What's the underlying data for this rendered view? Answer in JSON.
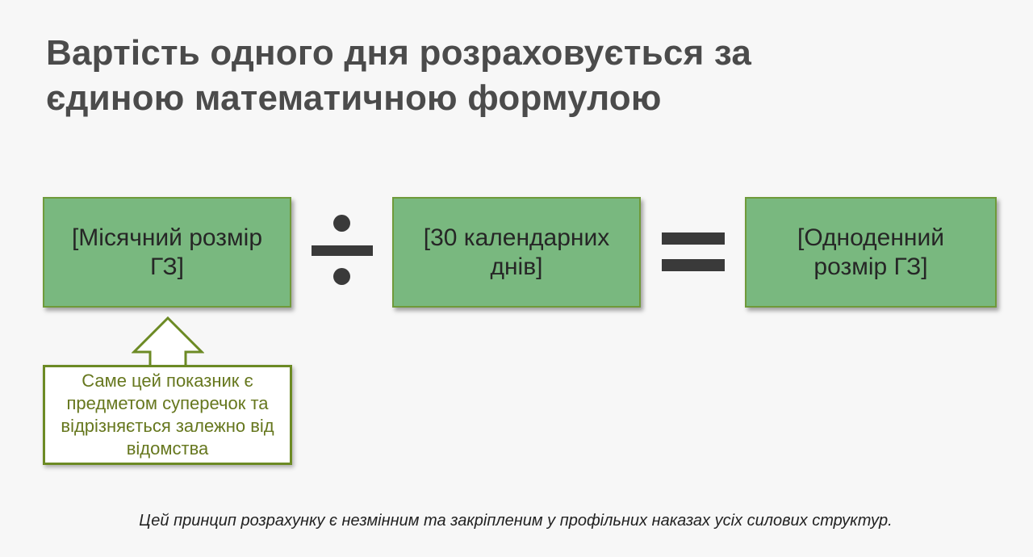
{
  "title": "Вартість одного дня розраховується за єдиною математичною формулою",
  "formula": {
    "box1": "[Місячний розмір ГЗ]",
    "box2": "[30 календарних днів]",
    "box3": "[Одноденний розмір ГЗ]",
    "operator1": "divide-icon",
    "operator2": "equals-icon"
  },
  "callout": {
    "text": "Саме цей показник є предметом суперечок та відрізняється залежно від відомства",
    "arrow": "up-arrow-icon"
  },
  "footer": "Цей принцип розрахунку є незмінним та закріпленим у профільних наказах усіх силових структур.",
  "colors": {
    "background": "#f7f7f7",
    "box_fill": "#79b87f",
    "box_border": "#6f9a3a",
    "title_text": "#4b4b4b",
    "operator": "#3a3a3a",
    "callout_border": "#6c8a24",
    "callout_text": "#66771e"
  }
}
